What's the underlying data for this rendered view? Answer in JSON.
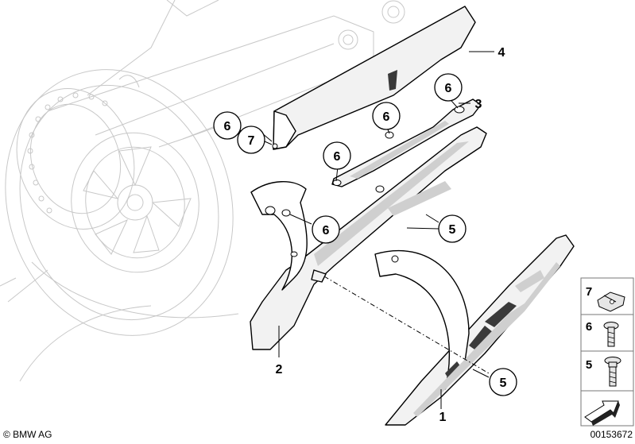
{
  "callouts": [
    {
      "label": "1"
    },
    {
      "label": "2"
    },
    {
      "label": "3"
    },
    {
      "label": "4"
    },
    {
      "label": "5"
    },
    {
      "label": "5"
    },
    {
      "label": "6"
    },
    {
      "label": "6"
    },
    {
      "label": "6"
    },
    {
      "label": "6"
    },
    {
      "label": "6"
    },
    {
      "label": "7"
    }
  ],
  "legend": [
    {
      "label": "7",
      "icon": "clip-nut-icon"
    },
    {
      "label": "6",
      "icon": "torx-screw-icon"
    },
    {
      "label": "5",
      "icon": "flange-screw-icon"
    },
    {
      "label": "",
      "icon": "arrow-icon"
    }
  ],
  "copyright": "© BMW AG",
  "diagram_number": "00153672"
}
